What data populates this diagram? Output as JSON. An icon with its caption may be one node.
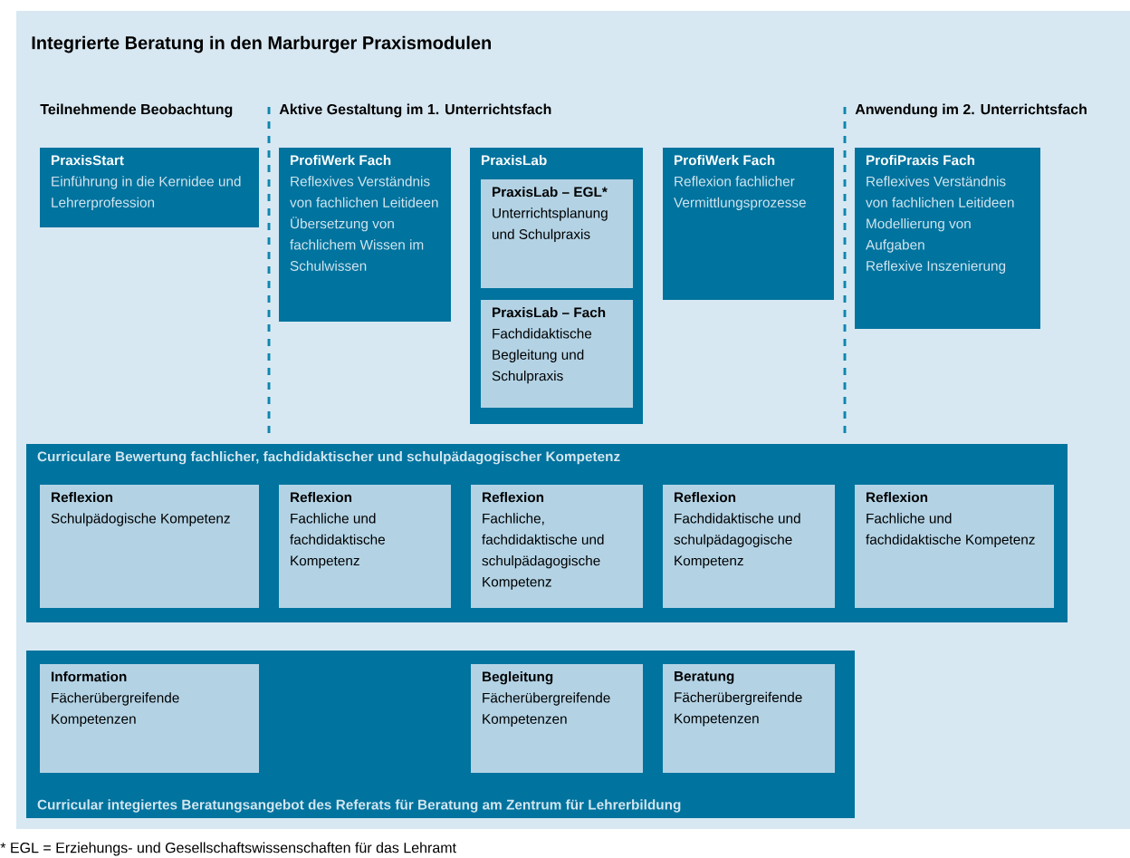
{
  "diagram": {
    "title": "Integrierte Beratung in den Marburger Praxismodulen",
    "nodes": [
      {
        "text": [
          "PraxisStart",
          "Einführung in die Kernidee und Lehrerprofession"
        ]
      },
      {
        "text": [
          "ProfiWerk Fach",
          "Reflexives Verständnis von fachlichen Leitideen",
          "Übersetzung von fachlichem Wissen im Schulwissen"
        ]
      },
      {
        "text": [
          "PraxisLab"
        ]
      },
      {
        "text": [
          "PraxisLab – EGL*",
          "Unterrichtsplanung und Schulpraxis"
        ],
        "in": 2
      },
      {
        "text": [
          "PraxisLab – Fach",
          "Fachdidaktische Begleitung und Schulpraxis"
        ],
        "in": 2
      },
      {
        "text": [
          "ProfiWerk Fach",
          "Reflexion fachlicher Vermittlungsprozesse"
        ]
      },
      {
        "text": [
          "ProfiPraxis Fach",
          "Reflexives Verständnis von fachlichen Leitideen",
          "Modellierung von Aufgaben",
          "Reflexive Inszenierung"
        ]
      },
      {
        "text": [
          "Curriculare Bewertung fachlicher, fachdidaktischer und schulpädagogischer Kompetenz"
        ]
      },
      {
        "text": [
          "Reflexion",
          "Schulpädogische Kompetenz"
        ],
        "in": 7
      },
      {
        "text": [
          "Reflexion",
          "Fachliche und fachdidaktische Kompetenz"
        ],
        "in": 7
      },
      {
        "text": [
          "Reflexion",
          "Fachliche, fachdidaktische und schulpädagogische Kompetenz"
        ],
        "in": 7
      },
      {
        "text": [
          "Reflexion",
          "Fachdidaktische und schulpädagogische Kompetenz"
        ],
        "in": 7
      },
      {
        "text": [
          "Reflexion",
          "Fachliche und fachdidaktische Kompetenz"
        ],
        "in": 7
      },
      {
        "text": [
          "Curricular integiertes Beratungsangebot des Referats für Beratung am Zentrum für Lehrerbildung"
        ]
      },
      {
        "text": [
          "Information",
          "Fächerübergreifende Kompetenzen"
        ],
        "in": 13
      },
      {
        "text": [
          "Begleitung",
          "Fächerübergreifende Kompetenzen"
        ],
        "in": 13
      },
      {
        "text": [
          "Beratung",
          "Fächerübergreifende Kompetenzen"
        ],
        "in": 13
      }
    ],
    "labels": [
      "Teilnehmende Beobachtung",
      "Aktive Gestaltung im 1. Unterrichtsfach",
      "Anwendung im 2. Unterrichtsfach",
      "* EGL = Erziehungs- und Gesellschaftswissenschaften für das Lehramt"
    ]
  }
}
